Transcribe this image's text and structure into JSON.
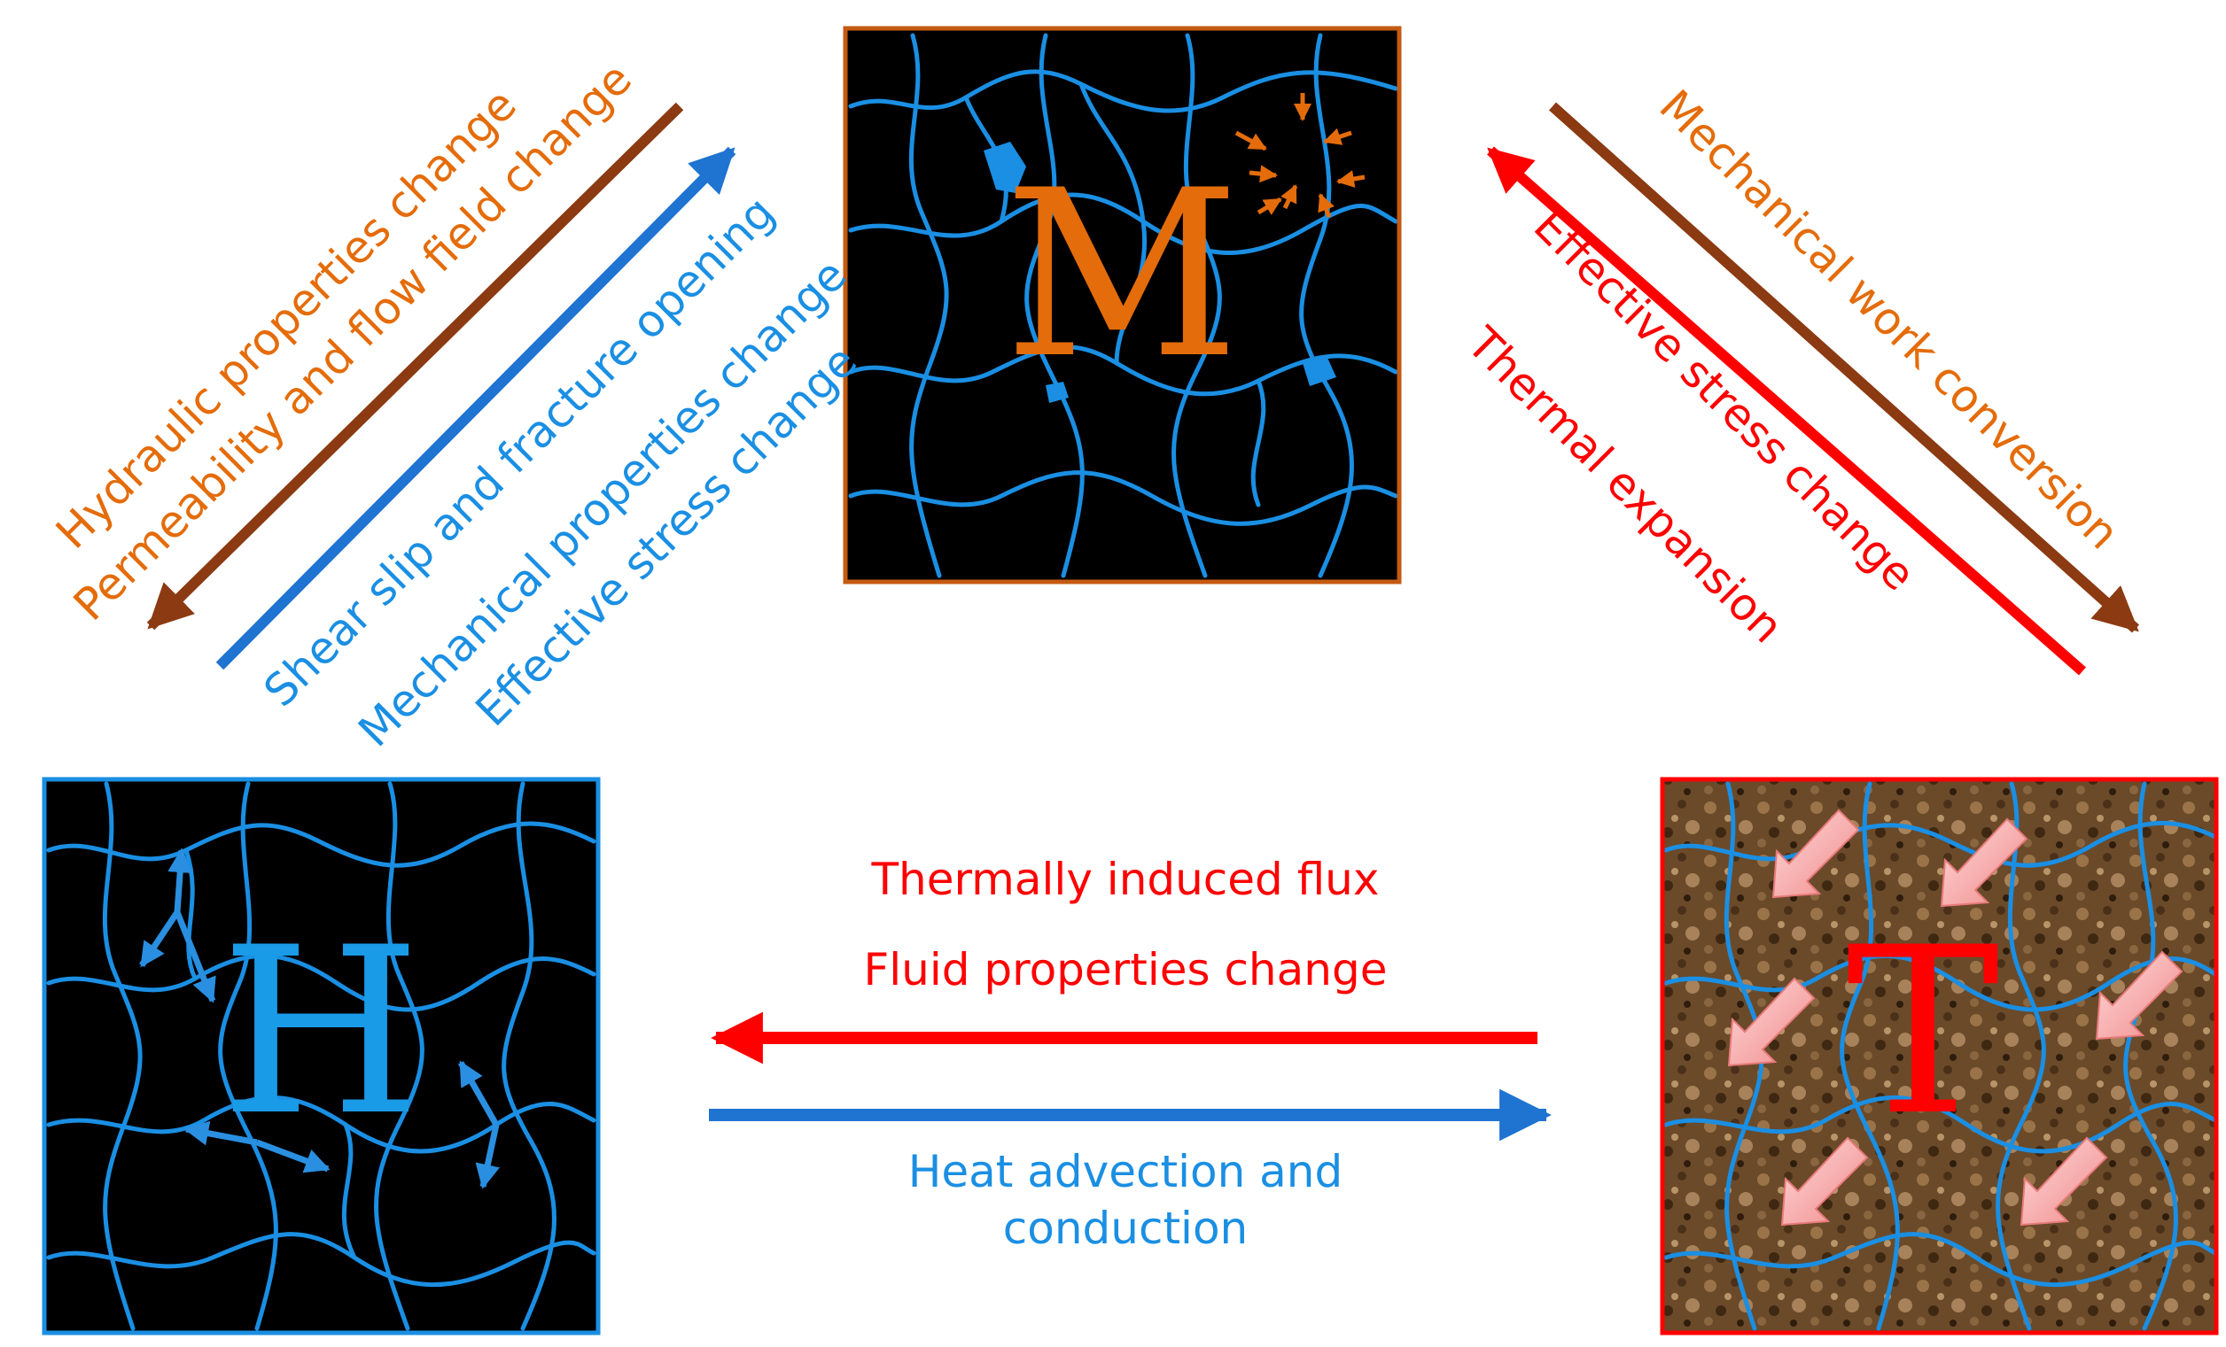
{
  "colors": {
    "orange": "#e46c0a",
    "blue": "#1a8fe3",
    "red": "#ff0000",
    "brown_arrow": "#8b3a12",
    "blue_arrow": "#1f73d1",
    "m_border": "#c55a11",
    "h_border": "#1a8fe3",
    "t_border": "#ff0000"
  },
  "nodes": {
    "m": {
      "letter": "M"
    },
    "h": {
      "letter": "H"
    },
    "t": {
      "letter": "T"
    }
  },
  "left_labels": {
    "hydraulic": "Hydraulic properties change",
    "permeability": "Permeability and flow field change",
    "shear": "Shear slip and fracture opening",
    "mechanical": "Mechanical properties change",
    "effective": "Effective stress change"
  },
  "right_labels": {
    "work": "Mechanical work conversion",
    "effective": "Effective stress change",
    "thermal": "Thermal expansion"
  },
  "bottom_labels": {
    "flux": "Thermally induced flux",
    "fluid": "Fluid properties change",
    "advection_1": "Heat advection and",
    "advection_2": "conduction"
  }
}
